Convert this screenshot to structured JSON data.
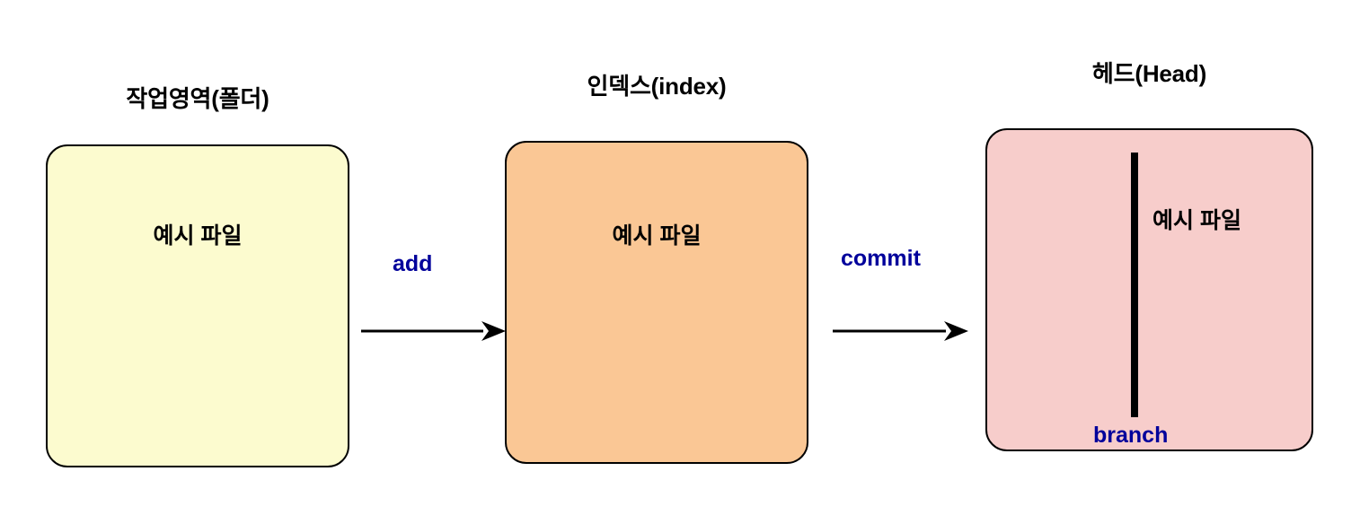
{
  "diagram": {
    "title_working": "작업영역(폴더)",
    "title_index": "인덱스(index)",
    "title_head": "헤드(Head)",
    "file_working": "예시 파일",
    "file_index": "예시 파일",
    "file_head": "예시 파일",
    "label_add": "add",
    "label_commit": "commit",
    "label_branch": "branch",
    "colors": {
      "working_fill": "#FCFBCF",
      "index_fill": "#FAC795",
      "head_fill": "#F7CDCB",
      "border": "#000000",
      "command_text": "#00009B",
      "branch_bar": "#000000",
      "background": "#FFFFFF"
    },
    "icons": {
      "arrow_add": "arrow-right-icon",
      "arrow_commit": "arrow-right-icon",
      "branch_bar": "vertical-bar-icon"
    }
  }
}
